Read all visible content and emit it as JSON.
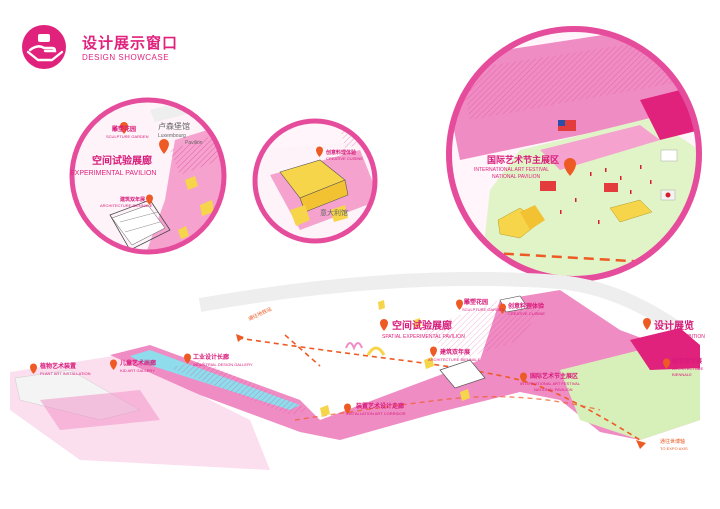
{
  "header": {
    "title_cn": "设计展示窗口",
    "title_en": "DESIGN SHOWCASE"
  },
  "circle_left": {
    "sculpture_cn": "雕塑花园",
    "sculpture_en": "SCULPTURE GARDEN",
    "luxembourg_cn": "卢森堡馆",
    "luxembourg_en1": "Luxembourg",
    "luxembourg_en2": "Pavilion",
    "pavilion_cn": "空间试验展廊",
    "pavilion_en": "EXPERIMENTAL PAVILION",
    "biennale_cn": "建筑双年展",
    "biennale_en": "ARCHITECTURE BIENNALE"
  },
  "circle_mid": {
    "cuisine_cn": "创意料理体验",
    "cuisine_en": "CREATIVE CUISINE",
    "italy_cn": "意大利馆"
  },
  "circle_right": {
    "festival_cn": "国际艺术节主展区",
    "festival_en1": "INTERNATIONAL ART FESTIVAL",
    "festival_en2": "NATIONAL PAVILION"
  },
  "map": {
    "plant_cn": "植物艺术装置",
    "plant_en": "PLANT ART INSTALLATION",
    "kids_cn": "儿童艺术画廊",
    "kids_en": "KID ART GALLERY",
    "industrial_cn": "工业设计长廊",
    "industrial_en": "INDUSTRIAL DESIGN GALLERY",
    "corridor_cn": "装置艺术设计走廊",
    "corridor_en": "INSTALLATION ART CORRIDOR",
    "sculpture_cn": "雕塑花园",
    "sculpture_en": "SCULPTURE GARDEN",
    "cuisine_cn": "创意料理体验",
    "cuisine_en": "CREATIVE CUISINE",
    "pavilion_cn": "空间试验展廊",
    "pavilion_en": "SPATIAL EXPERIMENTAL PAVILION",
    "biennale_cn": "建筑双年展",
    "biennale_en": "ARCHITECTURE BIENNALE",
    "festival_cn": "国际艺术节主展区",
    "festival_en1": "INTERNATIONAL ART FESTIVAL",
    "festival_en2": "NATIONAL PAVILION",
    "exhibition_cn": "设计展览",
    "exhibition_en": "DESIGN EXHIBITION",
    "biennale2_cn": "建筑双年展",
    "biennale2_en1": "ARCHITECTURE",
    "biennale2_en2": "BIENNALE",
    "metro_top": "通往地铁站",
    "metro_bottom_cn": "通往世博轴",
    "metro_bottom_en": "TO EXPO AXIS"
  },
  "colors": {
    "magenta": "#e0227d",
    "pink": "#f08cc4",
    "light_pink": "#fbd2e8",
    "orange": "#ee5a24",
    "yellow": "#f7d54a",
    "green": "#d7efb8",
    "cyan": "#8fdcec"
  }
}
